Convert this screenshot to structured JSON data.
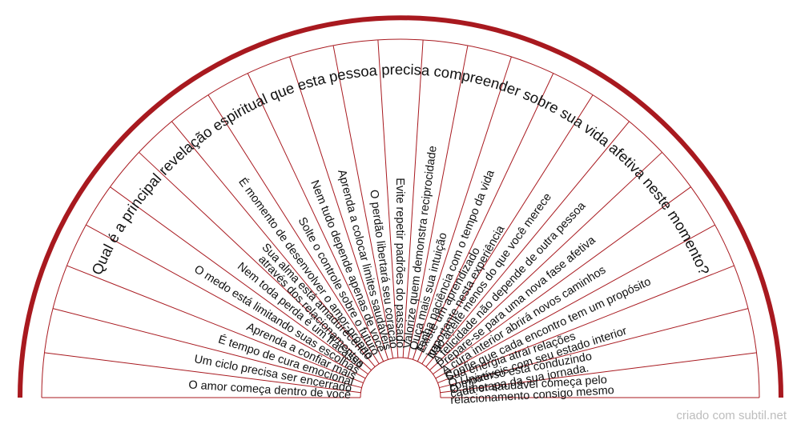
{
  "title": "Qual é a principal revelação espiritual que esta pessoa precisa compreender sobre sua vida afetiva neste momento?",
  "watermark": "criado com subtil.net",
  "colors": {
    "arc": "#a8191f",
    "divider": "#a8191f",
    "text": "#111111",
    "watermark": "#bdbdbd"
  },
  "segments": [
    [
      "O amor começa dentro de você"
    ],
    [
      "Um ciclo precisa ser encerrado"
    ],
    [
      "É tempo de cura emocional"
    ],
    [
      "Aprenda a confiar mais"
    ],
    [
      "O medo está limitando suas escolhas"
    ],
    [
      "Nem toda perda é um fracasso"
    ],
    [
      "Sua alma está amadurecendo",
      "através dos relacionamentos"
    ],
    [
      "É momento de desenvolver o amor-próprio"
    ],
    [
      "Solte o controle sobre o futuro"
    ],
    [
      "Nem tudo depende apenas de você"
    ],
    [
      "Aprenda a colocar limites saudáveis"
    ],
    [
      "O perdão libertará seu coração"
    ],
    [
      "Evite repetir padrões do passado"
    ],
    [
      "Valorize quem demonstra reciprocidade"
    ],
    [
      "Ouça mais sua intuição"
    ],
    [
      "Tenha paciência com o tempo da vida"
    ],
    [
      "Existe um aprendizado",
      "importante nesta experiência"
    ],
    [
      "Não aceite menos do que você merece"
    ],
    [
      "A felicidade não depende de outra pessoa"
    ],
    [
      "Prepare-se para uma nova fase afetiva"
    ],
    [
      "A cura interior abrirá novos caminhos"
    ],
    [
      "Confie que cada encontro tem um propósito"
    ],
    [
      "Sua energia atrai relações",
      "compatíveis com seu estado interior"
    ],
    [
      "O Universo está conduzindo",
      "cada etapa da sua jornada."
    ],
    [
      "O amor saudável começa pelo",
      "relacionamento consigo mesmo"
    ]
  ]
}
